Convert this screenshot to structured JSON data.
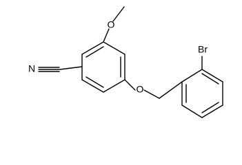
{
  "molecule": {
    "atom_labels": {
      "nitrile_n": "N",
      "methoxy_o": "O",
      "ether_o": "O",
      "bromine": "Br"
    },
    "colors": {
      "bond": "#000000",
      "label": "#000000",
      "background": "#ffffff"
    }
  }
}
